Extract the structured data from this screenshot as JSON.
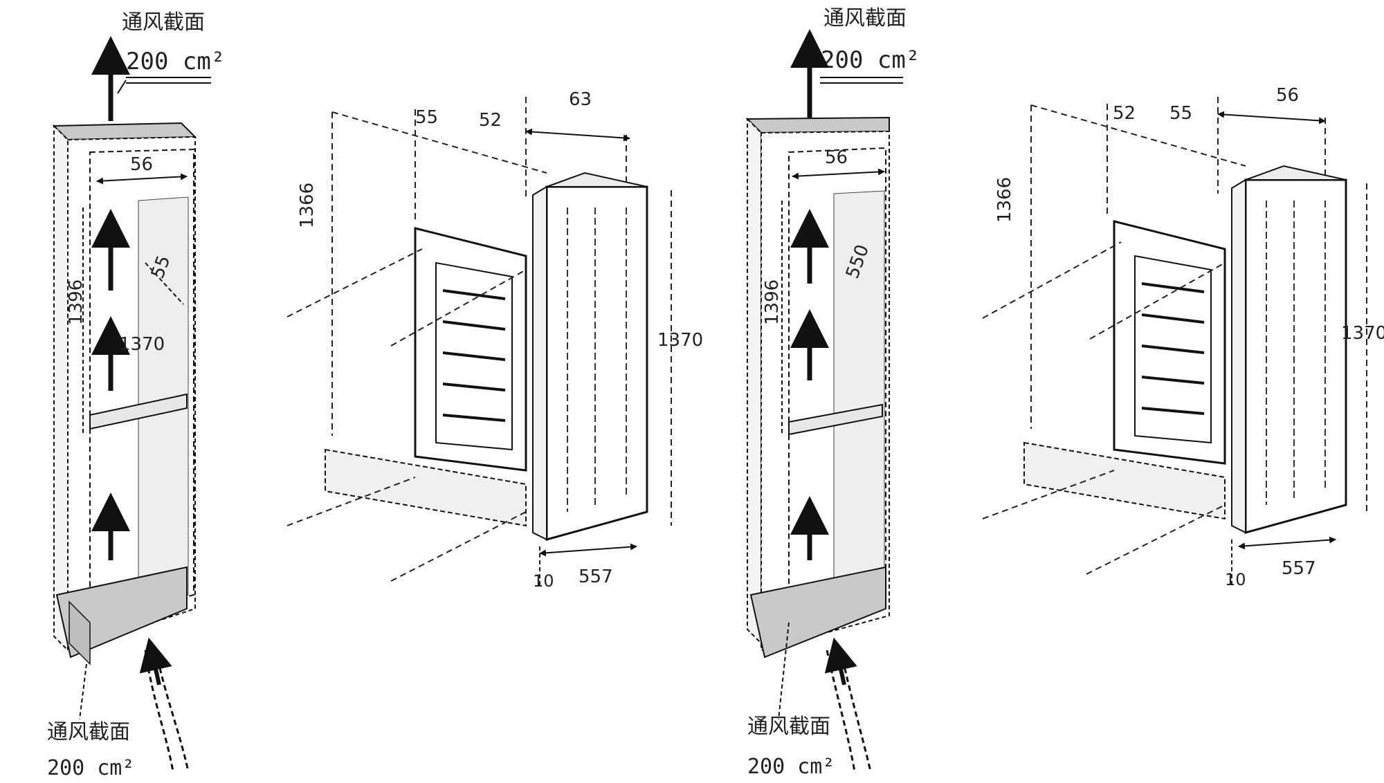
{
  "figures": [
    {
      "id": "niche-a",
      "top_label_line1": "通风截面",
      "top_label_line2": "200 cm²",
      "dim_width": "56",
      "dim_side": "55",
      "dim_total": "1396",
      "dim_middle": "1370",
      "bottom_label_line1": "通风截面",
      "bottom_label_line2": "200 cm²"
    },
    {
      "id": "appliance-a",
      "dim_a": "63",
      "dim_b": "52",
      "dim_c": "55",
      "dim_height_left": "1366",
      "dim_height_right": "1370",
      "dim_bottom": "10",
      "dim_bottom_width": "557"
    },
    {
      "id": "niche-b",
      "top_label_line1": "通风截面",
      "top_label_line2": "200 cm²",
      "dim_width": "56",
      "dim_side": "550",
      "dim_total": "1396",
      "bottom_label_line1": "通风截面",
      "bottom_label_line2": "200 cm²"
    },
    {
      "id": "appliance-b",
      "dim_a": "52",
      "dim_b": "55",
      "dim_c": "56",
      "dim_height_left": "1366",
      "dim_height_right": "1370",
      "dim_bottom": "10",
      "dim_bottom_width": "557"
    }
  ],
  "colors": {
    "line": "#1a1a1a",
    "dash": "#2a2a2a",
    "panel_fill": "#f1f1f1",
    "panel_gray": "#c9c9c9",
    "background": "#ffffff"
  }
}
